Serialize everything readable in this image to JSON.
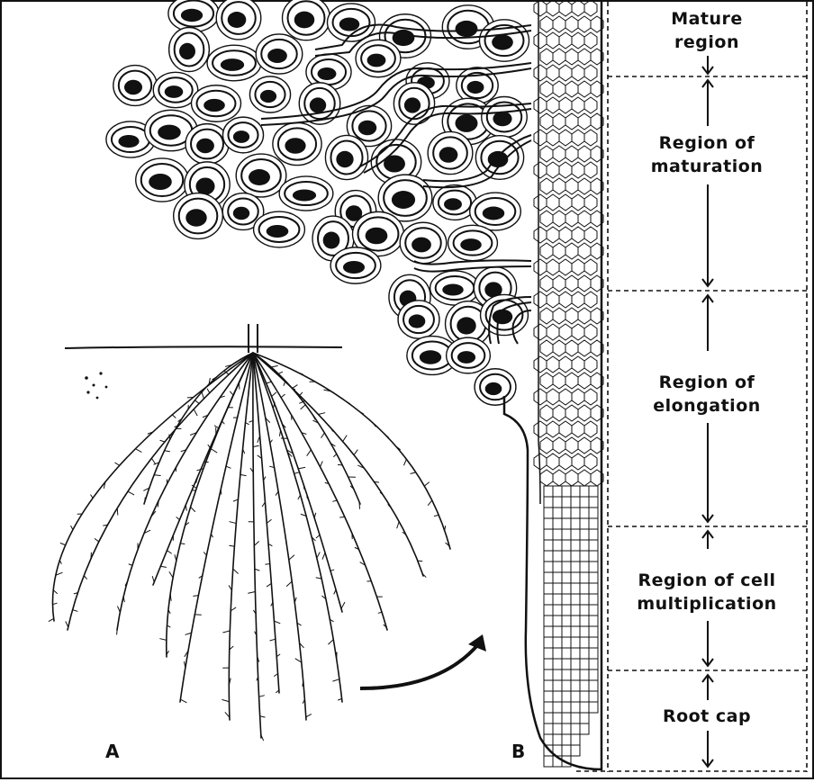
{
  "figure": {
    "panel_a_letter": "A",
    "panel_b_letter": "B"
  },
  "zones": [
    {
      "id": "mature",
      "lines": [
        "Mature",
        "region"
      ]
    },
    {
      "id": "maturation",
      "lines": [
        "Region of",
        "maturation"
      ]
    },
    {
      "id": "elongation",
      "lines": [
        "Region of",
        "elongation"
      ]
    },
    {
      "id": "multiplication",
      "lines": [
        "Region of cell",
        "multiplication"
      ]
    },
    {
      "id": "rootcap",
      "lines": [
        "Root cap"
      ]
    }
  ]
}
